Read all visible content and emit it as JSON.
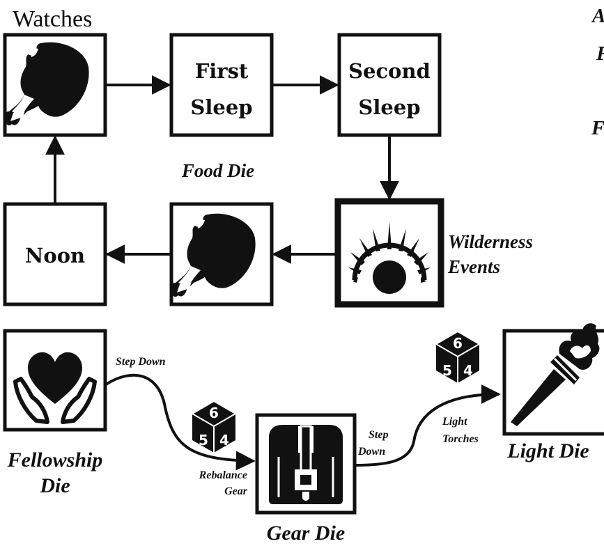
{
  "title": "Watches",
  "edge_text": {
    "top_right": "A",
    "mid_right_1": "F",
    "mid_right_2": "F"
  },
  "watches": {
    "first_sleep": {
      "line1": "First",
      "line2": "Sleep"
    },
    "second_sleep": {
      "line1": "Second",
      "line2": "Sleep"
    },
    "noon": "Noon",
    "food_die_label": "Food Die",
    "wilderness_events_label": {
      "line1": "Wilderness",
      "line2": "Events"
    }
  },
  "dice": {
    "fellowship_label": {
      "line1": "Fellowship",
      "line2": "Die"
    },
    "gear_label": "Gear Die",
    "light_label": "Light Die",
    "step_down_1": "Step Down",
    "step_down_2": {
      "line1": "Step",
      "line2": "Down"
    },
    "rebalance_gear": {
      "line1": "Rebalance",
      "line2": "Gear"
    },
    "light_torches": {
      "line1": "Light",
      "line2": "Torches"
    },
    "die_faces": {
      "top": "6",
      "left": "5",
      "right": "4"
    }
  },
  "icons": [
    "meat-icon",
    "starburst-icon",
    "heart-hands-icon",
    "backpack-icon",
    "torch-icon",
    "d6-die-icon"
  ]
}
